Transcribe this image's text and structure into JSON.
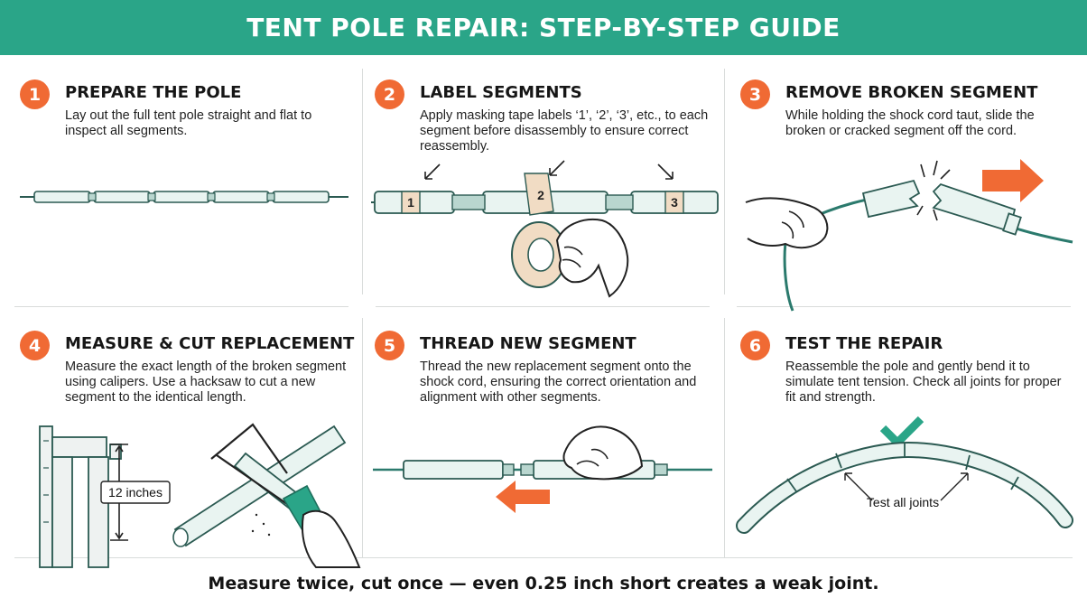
{
  "title": "TENT POLE REPAIR: STEP-BY-STEP GUIDE",
  "accent_color": "#2aa588",
  "badge_color": "#f06a34",
  "steps": [
    {
      "number": "1",
      "title": "PREPARE THE POLE",
      "description": "Lay out the full tent pole straight and flat to inspect all segments."
    },
    {
      "number": "2",
      "title": "LABEL SEGMENTS",
      "description": "Apply masking tape labels ‘1’, ‘2’, ‘3’, etc., to each segment before disassembly to ensure correct reassembly.",
      "labels": [
        "1",
        "2",
        "3"
      ]
    },
    {
      "number": "3",
      "title": "REMOVE BROKEN SEGMENT",
      "description": "While holding the shock cord taut, slide the broken or cracked segment off the cord."
    },
    {
      "number": "4",
      "title": "MEASURE & CUT REPLACEMENT",
      "description": "Measure the exact length of the broken segment using calipers. Use a hacksaw to cut a new segment to the identical length.",
      "measure_label": "12 inches"
    },
    {
      "number": "5",
      "title": "THREAD NEW SEGMENT",
      "description": "Thread the new replacement segment onto the shock cord, ensuring the correct orientation and alignment with other segments."
    },
    {
      "number": "6",
      "title": "TEST THE REPAIR",
      "description": "Reassemble the pole and gently bend it to simulate tent tension. Check all joints for proper fit and strength.",
      "joint_label": "Test all joints"
    }
  ],
  "footer": "Measure twice, cut once — even 0.25 inch short creates a weak joint."
}
